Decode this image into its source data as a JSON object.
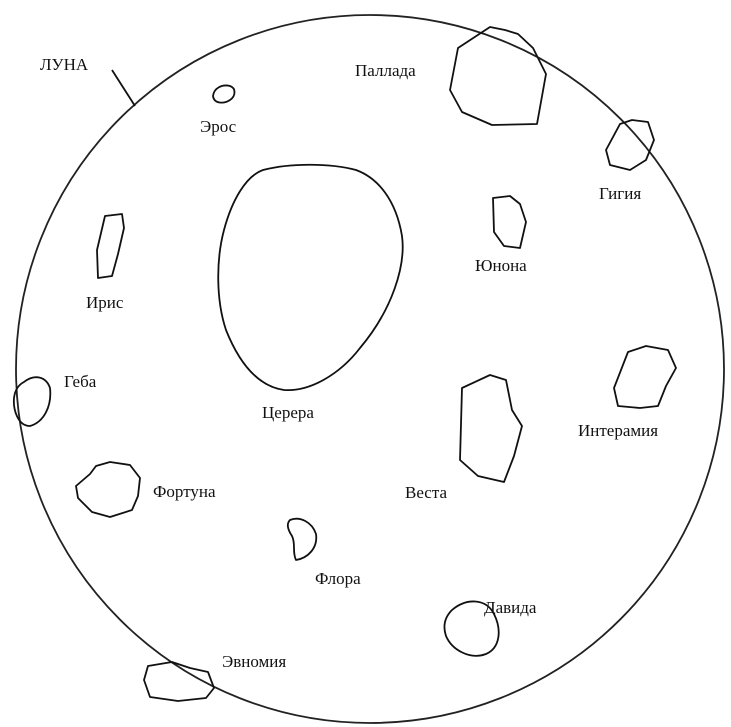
{
  "moon_label": "ЛУНА",
  "asteroids": {
    "eros": "Эрос",
    "pallada": "Паллада",
    "gigiya": "Гигия",
    "ceres": "Церера",
    "yunona": "Юнона",
    "iris": "Ирис",
    "geba": "Геба",
    "intteramiya": "Интерамия",
    "vesta": "Веста",
    "fortuna": "Фортуна",
    "flora": "Флора",
    "davida": "Давида",
    "evnomiya": "Эвномия"
  },
  "colors": {
    "ink": "#111111",
    "background": "#ffffff"
  }
}
